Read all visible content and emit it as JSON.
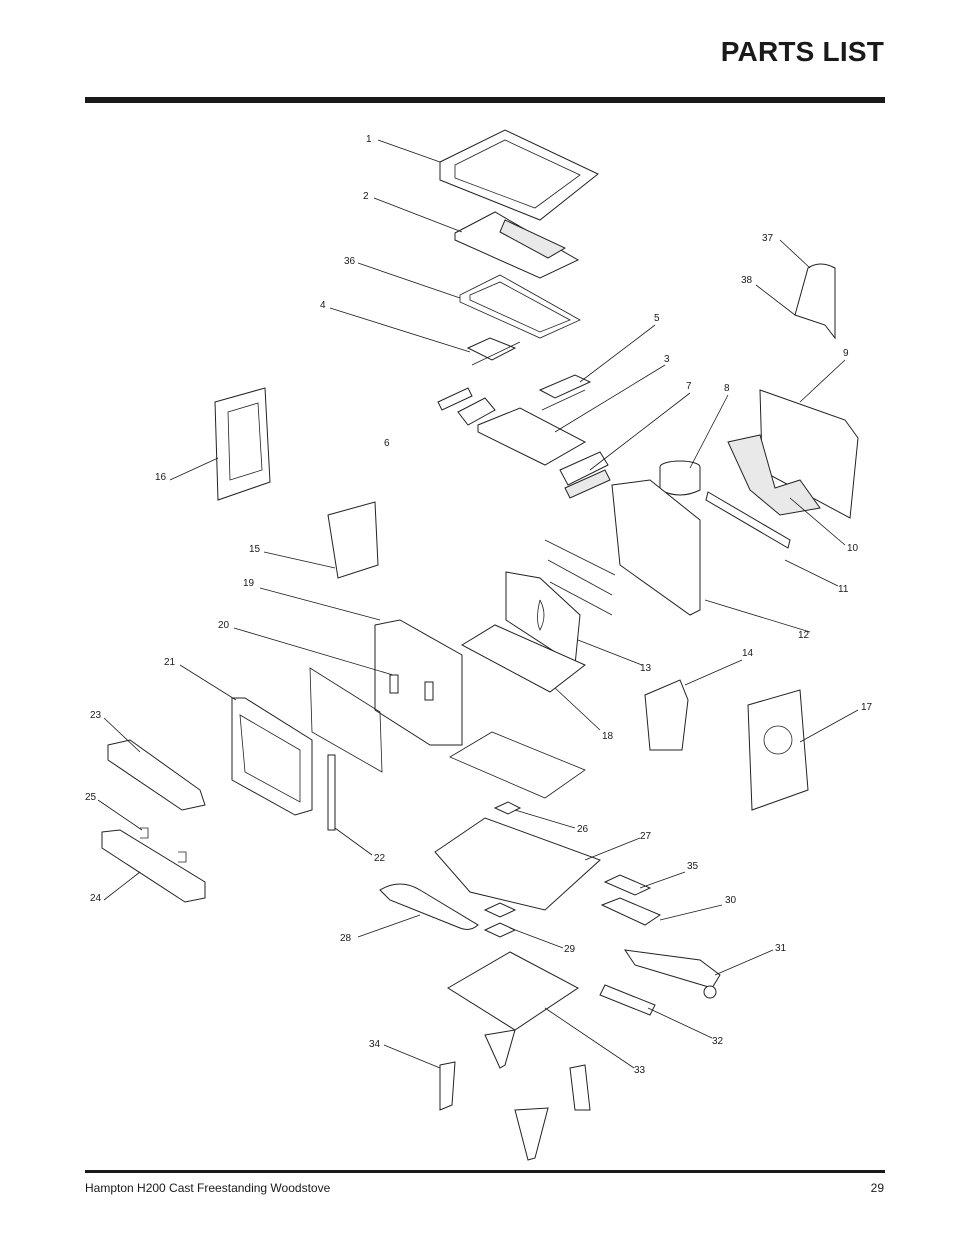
{
  "header": {
    "title": "PARTS LIST"
  },
  "footer": {
    "document_title": "Hampton H200 Cast Freestanding Woodstove",
    "page_number": "29"
  },
  "callouts": [
    "1",
    "2",
    "3",
    "4",
    "5",
    "6",
    "7",
    "8",
    "9",
    "10",
    "11",
    "12",
    "13",
    "14",
    "15",
    "16",
    "17",
    "18",
    "19",
    "20",
    "21",
    "22",
    "23",
    "24",
    "25",
    "26",
    "27",
    "28",
    "29",
    "30",
    "31",
    "32",
    "33",
    "34",
    "35",
    "36",
    "37",
    "38"
  ]
}
